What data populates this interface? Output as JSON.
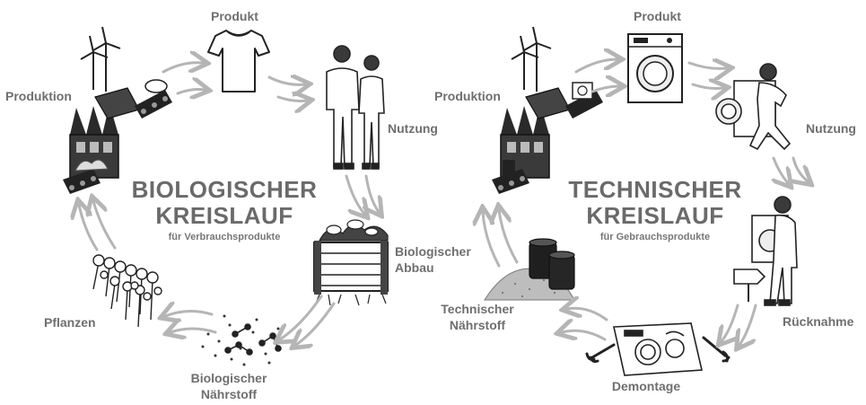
{
  "biological": {
    "title_line1": "BIOLOGISCHER",
    "title_line2": "KREISLAUF",
    "subtitle": "für Verbrauchsprodukte",
    "stages": {
      "production": "Produktion",
      "product": "Produkt",
      "use": "Nutzung",
      "degradation_line1": "Biologischer",
      "degradation_line2": "Abbau",
      "nutrient_line1": "Biologischer",
      "nutrient_line2": "Nährstoff",
      "plants": "Pflanzen"
    }
  },
  "technical": {
    "title_line1": "TECHNISCHER",
    "title_line2": "KREISLAUF",
    "subtitle": "für Gebrauchsprodukte",
    "stages": {
      "production": "Produktion",
      "product": "Produkt",
      "use": "Nutzung",
      "return": "Rücknahme",
      "disassembly": "Demontage",
      "nutrient_line1": "Technischer",
      "nutrient_line2": "Nährstoff"
    }
  },
  "colors": {
    "label_text": "#6f6f6f",
    "arrow": "#b5b5b5",
    "ink": "#1a1a1a"
  }
}
